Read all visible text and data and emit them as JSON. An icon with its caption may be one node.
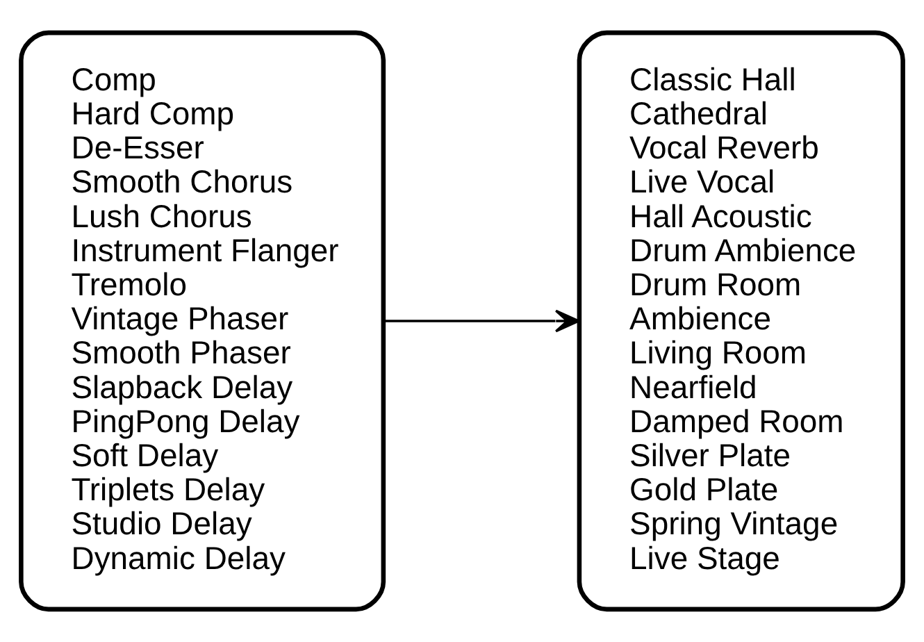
{
  "diagram": {
    "nodes": [
      {
        "text": [
          "Comp",
          "Hard Comp",
          "De-Esser",
          "Smooth Chorus",
          "Lush Chorus",
          "Instrument Flanger",
          "Tremolo",
          "Vintage Phaser",
          "Smooth Phaser",
          "Slapback Delay",
          "PingPong Delay",
          "Soft Delay",
          "Triplets Delay",
          "Studio Delay",
          "Dynamic Delay"
        ]
      },
      {
        "text": [
          "Classic Hall",
          "Cathedral",
          "Vocal Reverb",
          "Live Vocal",
          "Hall Acoustic",
          "Drum Ambience",
          "Drum Room",
          "Ambience",
          "Living Room",
          "Nearfield",
          "Damped Room",
          "Silver Plate",
          "Gold Plate",
          "Spring Vintage",
          "Live Stage"
        ]
      }
    ],
    "edges": [
      {
        "from": 0,
        "to": 1,
        "arrow": "to"
      }
    ]
  }
}
